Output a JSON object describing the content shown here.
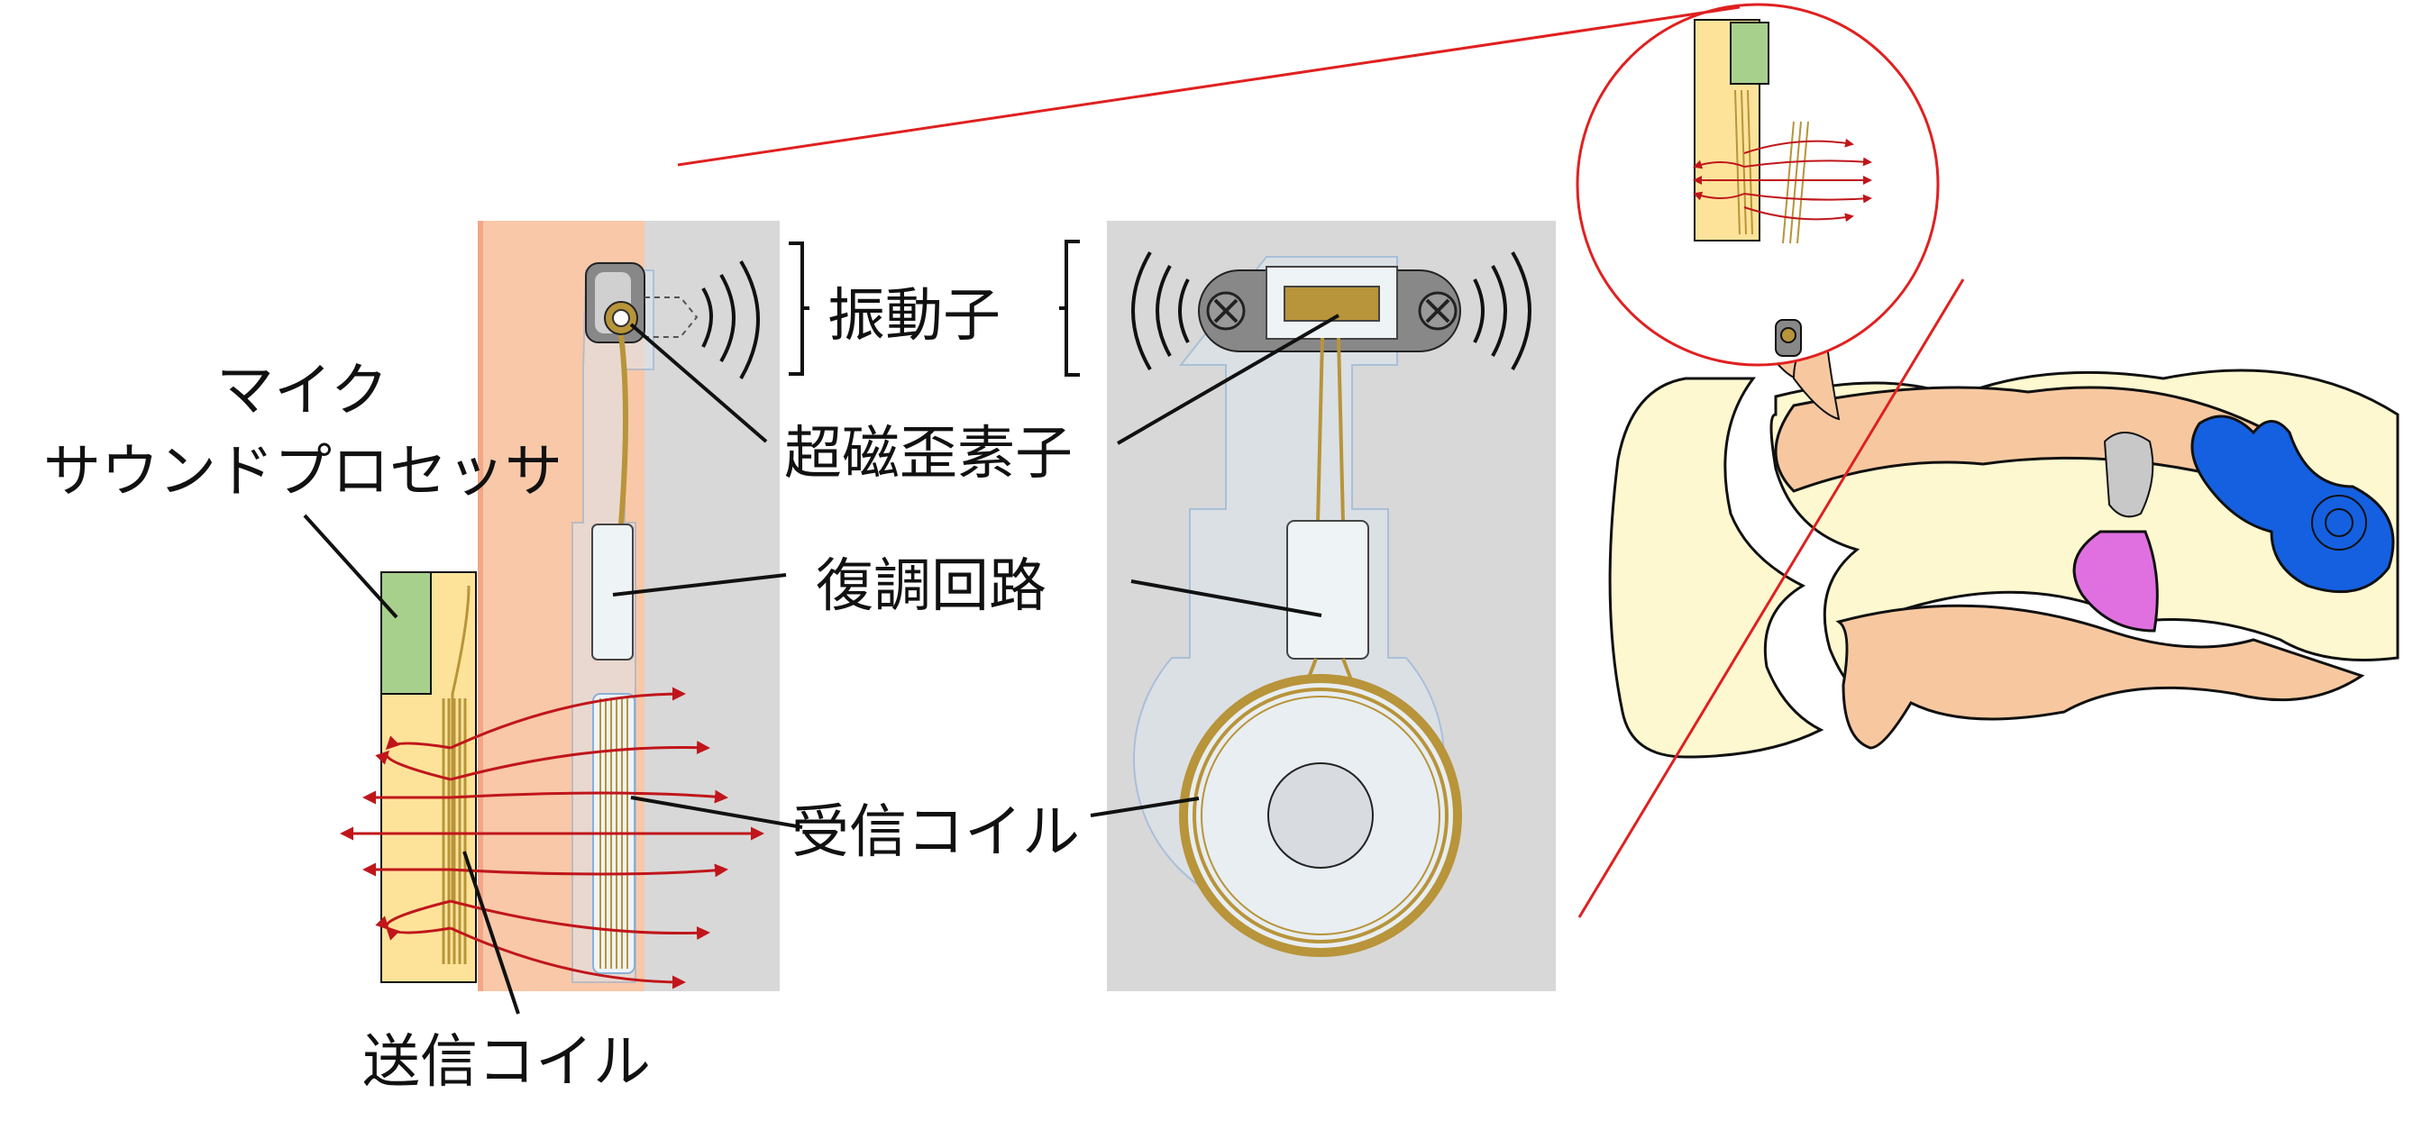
{
  "labels": {
    "mic_line1": "マイク",
    "mic_line2": "サウンドプロセッサ",
    "vibrator": "振動子",
    "magnetostrictive": "超磁歪素子",
    "demod": "復調回路",
    "receive_coil": "受信コイル",
    "transmit_coil": "送信コイル"
  },
  "colors": {
    "skin": "#f8c8a8",
    "housing": "#d8d8d8",
    "coil": "#b8943a",
    "coil_pad": "#fde39a",
    "mic": "#a8d08d",
    "field_arrow": "#c0161b",
    "zoom_line": "#e02020",
    "cochlea": "#1560e0",
    "eardrum": "#e070e0",
    "ear_flesh": "#f7c8a0",
    "outer_ear": "#fdf8d0"
  }
}
